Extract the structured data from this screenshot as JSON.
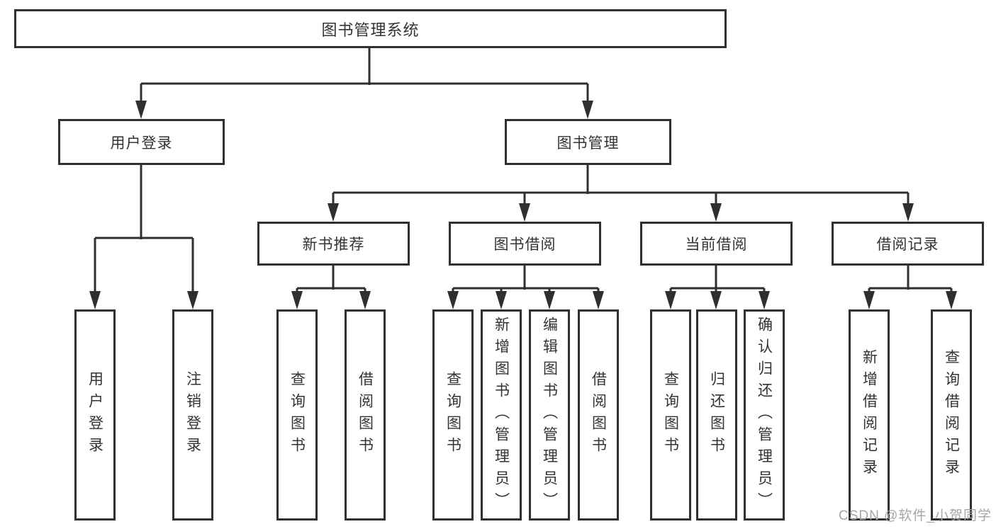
{
  "tree": {
    "label": "图书管理系统",
    "children": [
      {
        "label": "用户登录",
        "children": [
          {
            "label": "用户登录"
          },
          {
            "label": "注销登录"
          }
        ]
      },
      {
        "label": "图书管理",
        "children": [
          {
            "label": "新书推荐",
            "children": [
              {
                "label": "查询图书"
              },
              {
                "label": "借阅图书"
              }
            ]
          },
          {
            "label": "图书借阅",
            "children": [
              {
                "label": "查询图书"
              },
              {
                "label": "新增图书（管理员）"
              },
              {
                "label": "编辑图书（管理员）"
              },
              {
                "label": "借阅图书"
              }
            ]
          },
          {
            "label": "当前借阅",
            "children": [
              {
                "label": "查询图书"
              },
              {
                "label": "归还图书"
              },
              {
                "label": "确认归还（管理员）"
              }
            ]
          },
          {
            "label": "借阅记录",
            "children": [
              {
                "label": "新增借阅记录"
              },
              {
                "label": "查询借阅记录"
              }
            ]
          }
        ]
      }
    ]
  },
  "watermark": {
    "text": "CSDN @软件_小贺同学"
  },
  "colors": {
    "line": "#2f2f2f",
    "text": "#333333",
    "watermark": "#a6a6a6",
    "background": "#ffffff"
  }
}
